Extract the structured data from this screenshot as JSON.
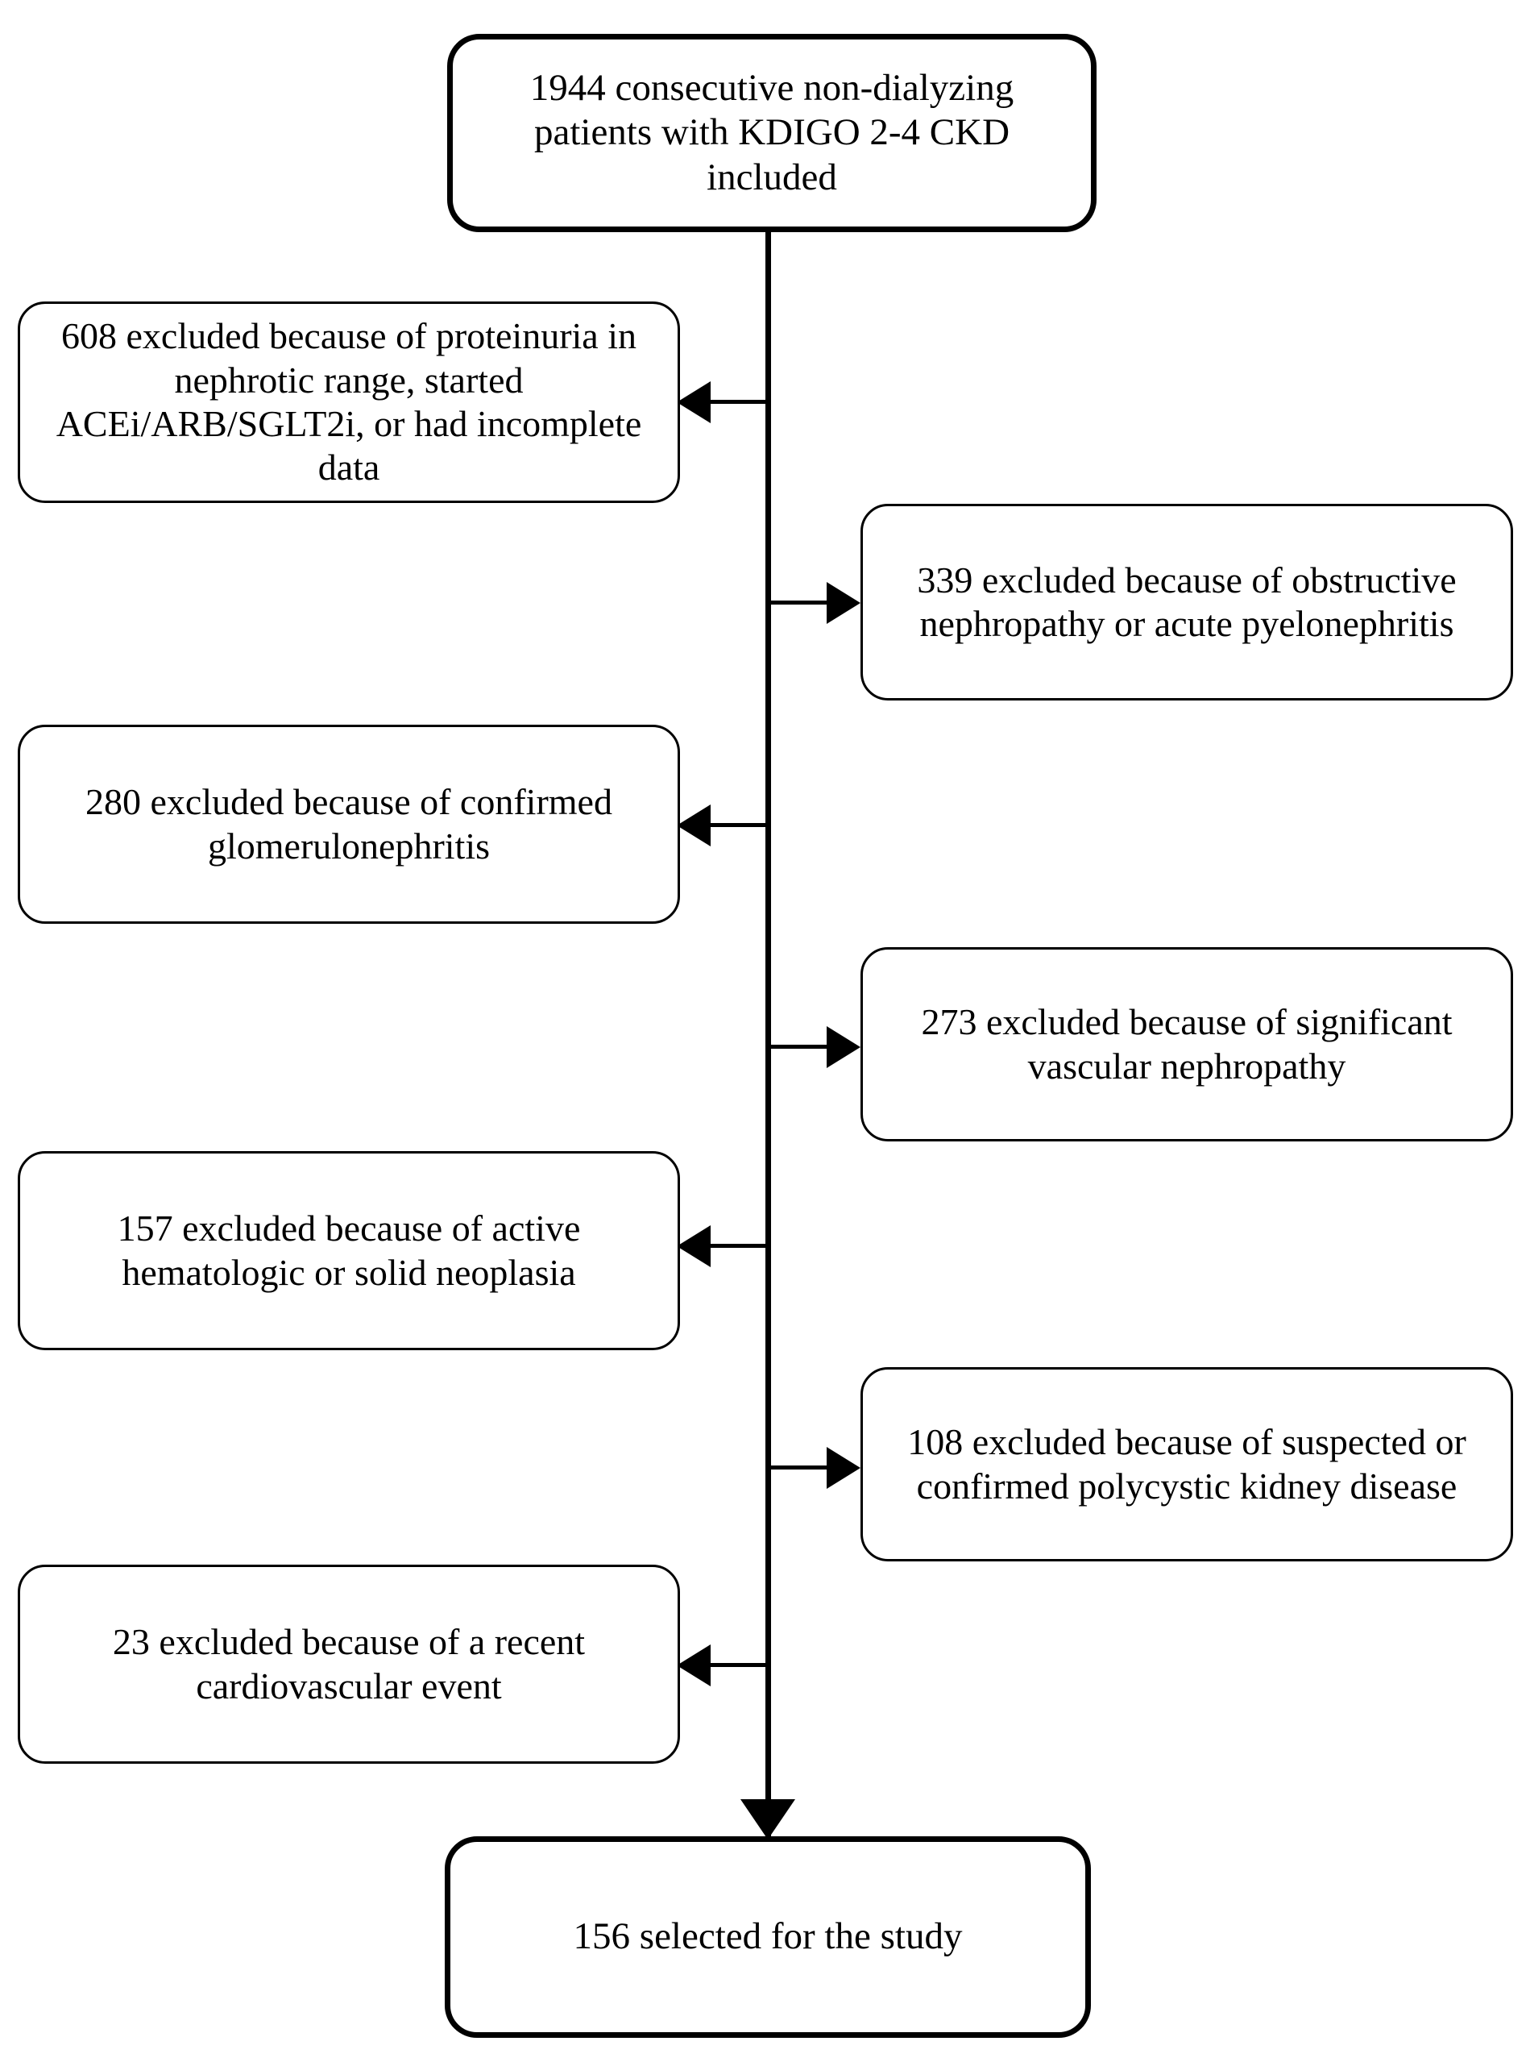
{
  "diagram": {
    "type": "flowchart",
    "orientation": "vertical-spine-with-side-exclusions",
    "colors": {
      "background": "#ffffff",
      "stroke": "#000000",
      "text": "#000000"
    },
    "start_node": {
      "id": "node-start",
      "count": 1944,
      "text": "1944 consecutive non-dialyzing patients with KDIGO 2-4 CKD included"
    },
    "end_node": {
      "id": "node-end",
      "count": 156,
      "text": "156 selected for the study"
    },
    "exclusions": [
      {
        "id": "node-excl-1",
        "side": "left",
        "count": 608,
        "text": "608 excluded because of proteinuria in nephrotic range, started ACEi/ARB/SGLT2i, or had incomplete data"
      },
      {
        "id": "node-excl-2",
        "side": "right",
        "count": 339,
        "text": "339 excluded because of obstructive nephropathy or acute pyelonephritis"
      },
      {
        "id": "node-excl-3",
        "side": "left",
        "count": 280,
        "text": "280 excluded because of confirmed glomerulonephritis"
      },
      {
        "id": "node-excl-4",
        "side": "right",
        "count": 273,
        "text": "273 excluded because of significant vascular nephropathy"
      },
      {
        "id": "node-excl-5",
        "side": "left",
        "count": 157,
        "text": "157 excluded because of active hematologic or solid neoplasia"
      },
      {
        "id": "node-excl-6",
        "side": "right",
        "count": 108,
        "text": "108 excluded because of suspected or confirmed polycystic kidney disease"
      },
      {
        "id": "node-excl-7",
        "side": "left",
        "count": 23,
        "text": "23 excluded because of a recent cardiovascular event"
      }
    ]
  }
}
